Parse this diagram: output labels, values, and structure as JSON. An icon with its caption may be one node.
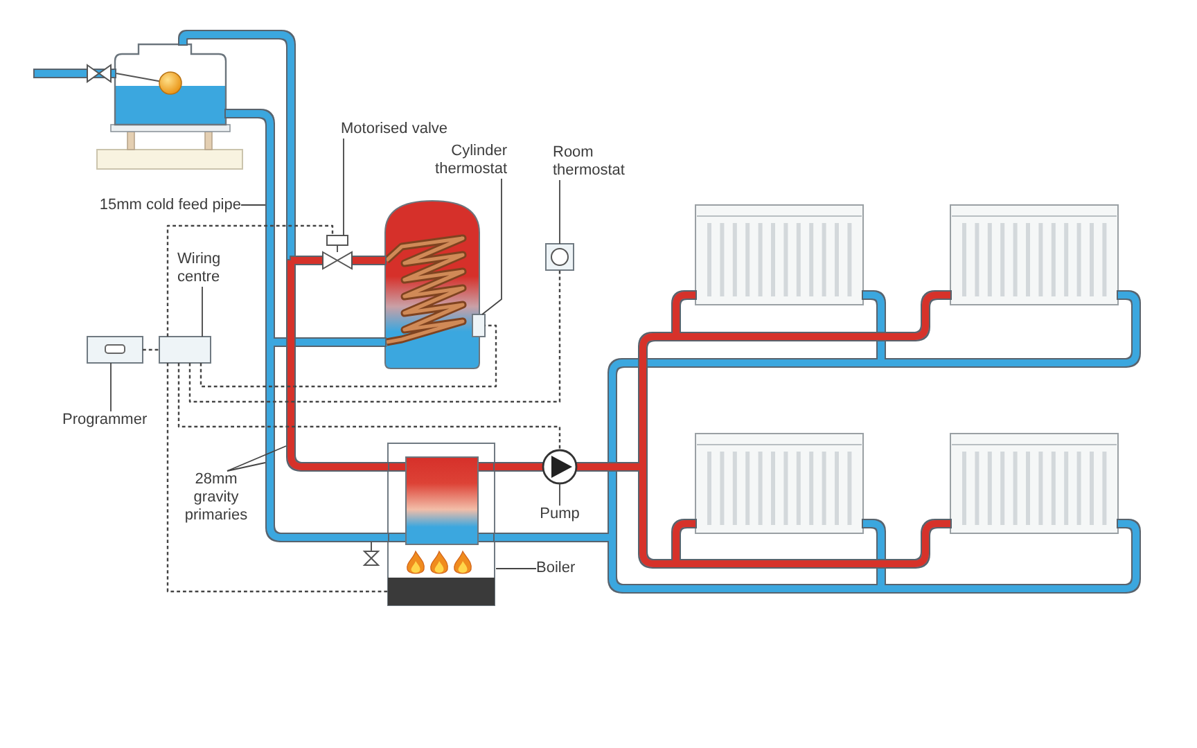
{
  "diagram": {
    "nodes": [
      {
        "text": [],
        "shape": "tank"
      },
      {
        "text": [
          "Motorised valve"
        ]
      },
      {
        "text": [],
        "shape": "valve"
      },
      {
        "text": [
          "Cylinder thermostat"
        ]
      },
      {
        "text": [],
        "shape": "box"
      },
      {
        "text": [
          "Room thermostat"
        ]
      },
      {
        "text": [],
        "shape": "box"
      },
      {
        "text": [
          "15mm cold feed pipe"
        ]
      },
      {
        "text": [],
        "shape": "cylinder"
      },
      {
        "text": [],
        "shape": "radiator"
      },
      {
        "text": [],
        "shape": "radiator"
      },
      {
        "text": [
          "Wiring centre"
        ]
      },
      {
        "text": [],
        "shape": "box"
      },
      {
        "text": [],
        "shape": "box"
      },
      {
        "text": [
          "Programmer"
        ]
      },
      {
        "text": [
          "28mm gravity primaries"
        ]
      },
      {
        "text": [],
        "shape": "box"
      },
      {
        "text": [],
        "shape": "circle"
      },
      {
        "text": [
          "Pump"
        ]
      },
      {
        "text": [],
        "shape": "radiator"
      },
      {
        "text": [],
        "shape": "radiator"
      },
      {
        "text": [
          "Boiler"
        ]
      }
    ],
    "edges": [
      {
        "from": 1,
        "to": 2,
        "arrow": "none"
      },
      {
        "from": 3,
        "to": 4,
        "arrow": "none"
      },
      {
        "from": 5,
        "to": 6,
        "arrow": "none"
      },
      {
        "from": 7,
        "to": null,
        "arrow": "none"
      },
      {
        "from": 11,
        "to": 12,
        "arrow": "none"
      },
      {
        "from": 14,
        "to": 13,
        "arrow": "none"
      },
      {
        "from": 15,
        "to": null,
        "arrow": "none"
      },
      {
        "from": 15,
        "to": null,
        "arrow": "none"
      },
      {
        "from": 18,
        "to": 17,
        "arrow": "none"
      },
      {
        "from": 21,
        "to": 16,
        "arrow": "none"
      },
      {
        "from": 13,
        "to": 12,
        "arrow": "none",
        "style": "dashed"
      },
      {
        "from": 12,
        "to": 2,
        "arrow": "none",
        "style": "dashed"
      },
      {
        "from": 12,
        "to": 4,
        "arrow": "none",
        "style": "dashed"
      },
      {
        "from": 12,
        "to": 6,
        "arrow": "none",
        "style": "dashed"
      },
      {
        "from": 12,
        "to": 17,
        "arrow": "none",
        "style": "dashed"
      },
      {
        "from": 12,
        "to": 16,
        "arrow": "none",
        "style": "dashed"
      },
      {
        "from": null,
        "to": 0,
        "arrow": "none",
        "style": "thick",
        "color": "#3ba7df"
      },
      {
        "from": 0,
        "to": 16,
        "arrow": "none",
        "style": "thick",
        "color": "#3ba7df"
      },
      {
        "from": 8,
        "to": 16,
        "arrow": "none",
        "style": "thick",
        "color": "#3ba7df"
      },
      {
        "from": 9,
        "to": 16,
        "arrow": "none",
        "style": "thick",
        "color": "#3ba7df"
      },
      {
        "from": 10,
        "to": 16,
        "arrow": "none",
        "style": "thick",
        "color": "#3ba7df"
      },
      {
        "from": 19,
        "to": 16,
        "arrow": "none",
        "style": "thick",
        "color": "#3ba7df"
      },
      {
        "from": 20,
        "to": 16,
        "arrow": "none",
        "style": "thick",
        "color": "#3ba7df"
      },
      {
        "from": 16,
        "to": 0,
        "arrow": "none",
        "style": "thick",
        "color": "#3ba7df"
      },
      {
        "from": 16,
        "to": 2,
        "arrow": "none",
        "style": "thick",
        "color": "#d6302a"
      },
      {
        "from": 2,
        "to": 8,
        "arrow": "none",
        "style": "thick",
        "color": "#d6302a"
      },
      {
        "from": 16,
        "to": 17,
        "arrow": "none",
        "style": "thick",
        "color": "#d6302a"
      },
      {
        "from": 17,
        "to": 9,
        "arrow": "none",
        "style": "thick",
        "color": "#d6302a"
      },
      {
        "from": 17,
        "to": 10,
        "arrow": "none",
        "style": "thick",
        "color": "#d6302a"
      },
      {
        "from": 17,
        "to": 19,
        "arrow": "none",
        "style": "thick",
        "color": "#d6302a"
      },
      {
        "from": 17,
        "to": 20,
        "arrow": "none",
        "style": "thick",
        "color": "#d6302a"
      }
    ]
  }
}
